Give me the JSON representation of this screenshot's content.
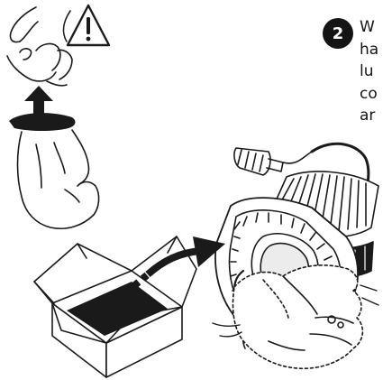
{
  "step": {
    "number": "2",
    "text_lines": [
      "W",
      "ha",
      "lu",
      "co",
      "ar"
    ]
  },
  "icons": {
    "warning": "warning-triangle-icon",
    "arrow_up": "arrow-up-icon",
    "arrow_curved": "curved-arrow-icon"
  },
  "colors": {
    "ink": "#141414",
    "background": "#ffffff"
  }
}
